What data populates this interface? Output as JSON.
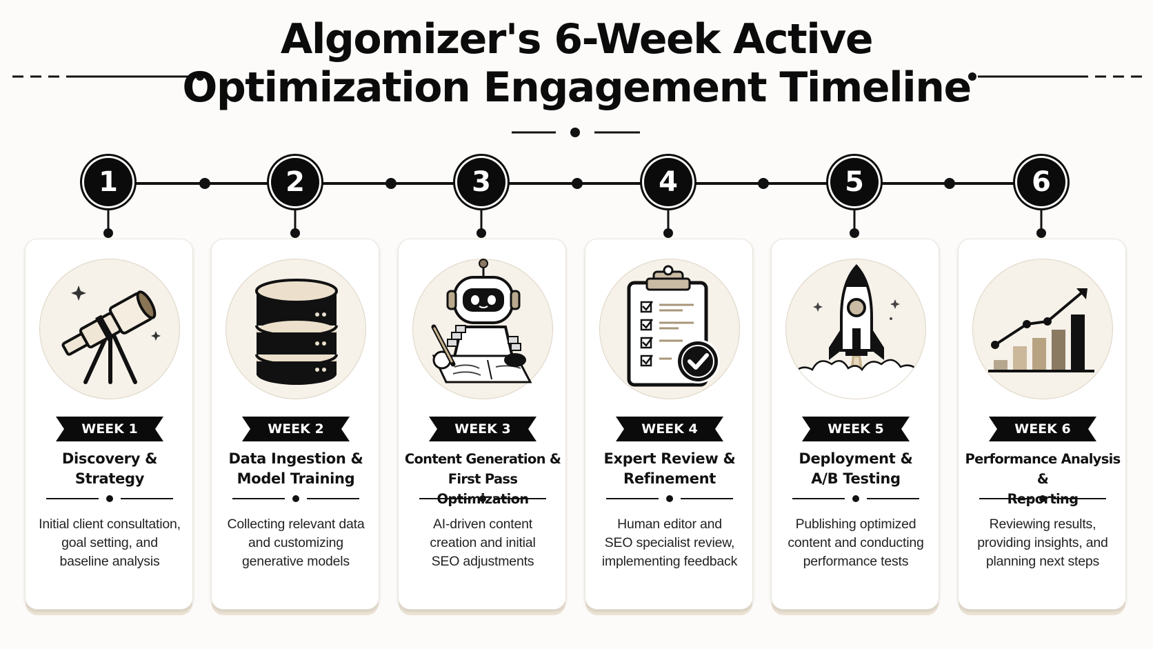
{
  "title": {
    "line1": "Algomizer's 6-Week Active",
    "line2": "Optimization Engagement Timeline"
  },
  "colors": {
    "ink": "#0b0b0b",
    "card_bg": "#ffffff",
    "icon_bg": "#f6f1e9",
    "accent_beige": "#e9dfcd",
    "accent_brown": "#b7a58a"
  },
  "steps": [
    {
      "number": "1",
      "week": "WEEK 1",
      "title_line1": "Discovery &",
      "title_line2": "Strategy",
      "desc_line1": "Initial client consultation,",
      "desc_line2": "goal setting, and",
      "desc_line3": "baseline analysis",
      "icon": "telescope-icon"
    },
    {
      "number": "2",
      "week": "WEEK 2",
      "title_line1": "Data Ingestion &",
      "title_line2": "Model Training",
      "desc_line1": "Collecting relevant data",
      "desc_line2": "and customizing",
      "desc_line3": "generative models",
      "icon": "database-icon"
    },
    {
      "number": "3",
      "week": "WEEK 3",
      "title_line1": "Content Generation &",
      "title_line2": "First Pass Optimization",
      "desc_line1": "AI-driven content",
      "desc_line2": "creation and initial",
      "desc_line3": "SEO adjustments",
      "icon": "robot-writer-icon"
    },
    {
      "number": "4",
      "week": "WEEK 4",
      "title_line1": "Expert Review &",
      "title_line2": "Refinement",
      "desc_line1": "Human editor and",
      "desc_line2": "SEO specialist review,",
      "desc_line3": "implementing feedback",
      "icon": "clipboard-check-icon"
    },
    {
      "number": "5",
      "week": "WEEK 5",
      "title_line1": "Deployment &",
      "title_line2": "A/B Testing",
      "desc_line1": "Publishing optimized",
      "desc_line2": "content and conducting",
      "desc_line3": "performance tests",
      "icon": "rocket-icon"
    },
    {
      "number": "6",
      "week": "WEEK 6",
      "title_line1": "Performance Analysis &",
      "title_line2": "Reporting",
      "desc_line1": "Reviewing results,",
      "desc_line2": "providing insights, and",
      "desc_line3": "planning next steps",
      "icon": "growth-chart-icon"
    }
  ]
}
